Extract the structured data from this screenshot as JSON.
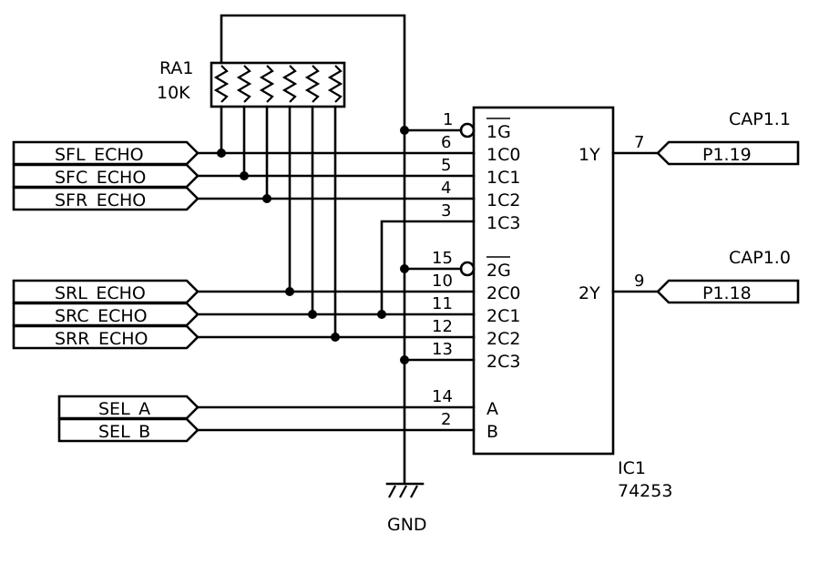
{
  "resistor_array": {
    "ref": "RA1",
    "value": "10K"
  },
  "chip": {
    "ref": "IC1",
    "part": "74253",
    "pins_left": [
      {
        "num": "1",
        "label": "1G",
        "overbar": true
      },
      {
        "num": "6",
        "label": "1C0"
      },
      {
        "num": "5",
        "label": "1C1"
      },
      {
        "num": "4",
        "label": "1C2"
      },
      {
        "num": "3",
        "label": "1C3"
      },
      {
        "num": "15",
        "label": "2G",
        "overbar": true
      },
      {
        "num": "10",
        "label": "2C0"
      },
      {
        "num": "11",
        "label": "2C1"
      },
      {
        "num": "12",
        "label": "2C2"
      },
      {
        "num": "13",
        "label": "2C3"
      },
      {
        "num": "14",
        "label": "A"
      },
      {
        "num": "2",
        "label": "B"
      }
    ],
    "pins_right": [
      {
        "num": "7",
        "label": "1Y"
      },
      {
        "num": "9",
        "label": "2Y"
      }
    ]
  },
  "input_ports": [
    "SFL_ECHO",
    "SFC_ECHO",
    "SFR_ECHO",
    "SRL_ECHO",
    "SRC_ECHO",
    "SRR_ECHO",
    "SEL_A",
    "SEL_B"
  ],
  "output_ports": [
    {
      "net": "CAP1.1",
      "label": "P1.19"
    },
    {
      "net": "CAP1.0",
      "label": "P1.18"
    }
  ],
  "ground": {
    "label": "GND"
  }
}
